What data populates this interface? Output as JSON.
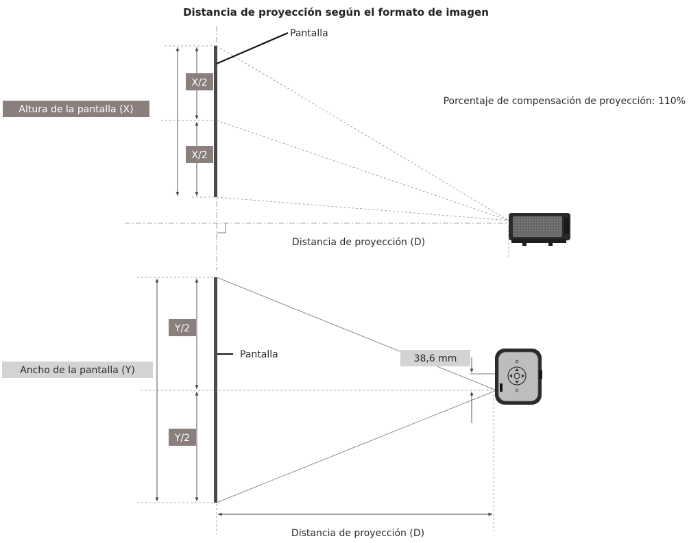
{
  "title": "Distancia de proyección según el formato de imagen",
  "top_view": {
    "screen_label": "Pantalla",
    "offset_percentage": "Porcentaje de compensación de proyección: 110%",
    "height_label": "Altura de la pantalla (X)",
    "half_upper": "X/2",
    "half_lower": "X/2",
    "distance_label": "Distancia de proyección (D)"
  },
  "bottom_view": {
    "screen_label": "Pantalla",
    "width_label": "Ancho de la pantalla (Y)",
    "half_upper": "Y/2",
    "half_lower": "Y/2",
    "offset_mm": "38,6 mm",
    "distance_label": "Distancia de proyección (D)"
  },
  "colors": {
    "dark_tag": "#8a7f7d",
    "light_tag": "#d3d3d3",
    "projector_body": "#2a2a2a"
  }
}
